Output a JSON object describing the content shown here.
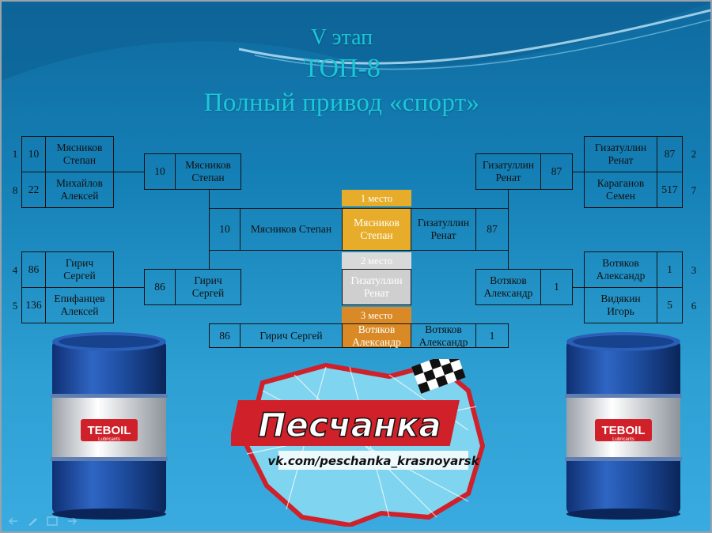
{
  "title": {
    "line1": "V этап",
    "line2": "ТОП-8",
    "line3": "Полный  привод «спорт»"
  },
  "round1": {
    "match1": {
      "top": {
        "seed": "1",
        "score": "10",
        "name": "Мясников\nСтепан"
      },
      "bottom": {
        "seed": "8",
        "score": "22",
        "name": "Михайлов\nАлексей"
      }
    },
    "match2": {
      "top": {
        "seed": "4",
        "score": "86",
        "name": "Гирич\nСергей"
      },
      "bottom": {
        "seed": "5",
        "score": "136",
        "name": "Епифанцев\nАлексей"
      }
    },
    "match3": {
      "top": {
        "seed": "2",
        "score": "87",
        "name": "Гизатуллин\nРенат"
      },
      "bottom": {
        "seed": "7",
        "score": "517",
        "name": "Караганов\nСемен"
      }
    },
    "match4": {
      "top": {
        "seed": "3",
        "score": "1",
        "name": "Вотяков\nАлександр"
      },
      "bottom": {
        "seed": "6",
        "score": "5",
        "name": "Видякин\nИгорь"
      }
    }
  },
  "semis": {
    "left_top": {
      "score": "10",
      "name": "Мясников\nСтепан"
    },
    "left_bottom": {
      "score": "86",
      "name": "Гирич\nСергей"
    },
    "right_top": {
      "score": "87",
      "name": "Гизатуллин\nРенат"
    },
    "right_bottom": {
      "score": "1",
      "name": "Вотяков\nАлександр"
    }
  },
  "final": {
    "left_score": "10",
    "left_name": "Мясников Степан",
    "right_name": "Гизатуллин\nРенат",
    "right_score": "87"
  },
  "third_place_match": {
    "left_score": "86",
    "left_name": "Гирич Сергей",
    "right_name": "Вотяков\nАлександр",
    "right_score": "1"
  },
  "podium": {
    "first_label": "1 место",
    "first_name": "Мясников\nСтепан",
    "second_label": "2 место",
    "second_name": "Гизатуллин\nРенат",
    "third_label": "3 место",
    "third_name": "Вотяков\nАлександр"
  },
  "sponsor": {
    "barrel_brand": "TEBOIL",
    "barrel_sub": "Lubricants",
    "logo_name": "Песчанка",
    "logo_url_text": "vk.com/peschanka_krasnoyarsk"
  },
  "colors": {
    "gold": "#e7ad2a",
    "silver": "#cfcfcf",
    "bronze": "#d98a27",
    "title": "#19c8d9",
    "barrel_blue": "#1f4fa3"
  }
}
